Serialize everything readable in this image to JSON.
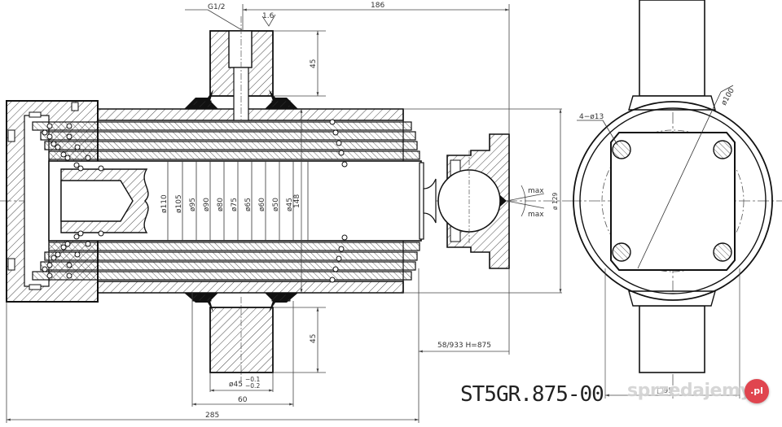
{
  "drawing": {
    "part_number": "ST5GR.875-00",
    "stroke_note": "58/933 H=875",
    "colors": {
      "line": "#111111",
      "hatch": "#333333",
      "dim": "#444444",
      "background": "#ffffff"
    }
  },
  "dimensions": {
    "top": {
      "thread": "G1/2",
      "roughness": "1.6",
      "length": "186"
    },
    "trunnion_top_height": "45",
    "trunnion_bottom_height": "45",
    "trunnion_diameter": "ø45",
    "trunnion_tol_upper": "−0.1",
    "trunnion_tol_lower": "−0.2",
    "trunnion_width": "60",
    "overall_length": "285",
    "stage_diameters": [
      "ø110",
      "ø105",
      "ø95",
      "ø90",
      "ø80",
      "ø75",
      "ø65",
      "ø60",
      "ø50",
      "ø45"
    ],
    "outer_diameter": "148",
    "flange_diameter": "ø 129",
    "ball_angle_upper": "max",
    "ball_angle_lower": "max",
    "side_holes": "4−ø13",
    "side_bolt_circle": "ø100",
    "side_square": "□95"
  },
  "watermark": {
    "brand": "sprzedajemy",
    "badge": ".pl"
  }
}
